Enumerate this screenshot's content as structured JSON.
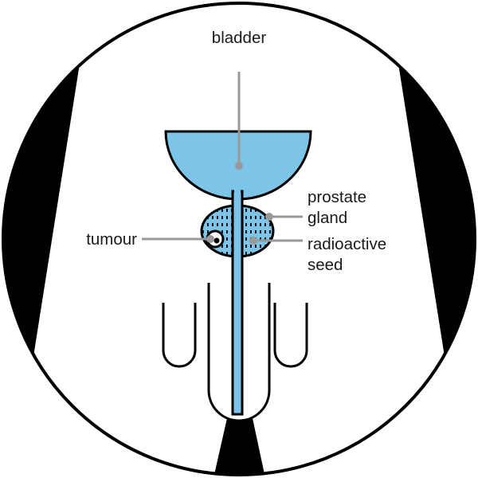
{
  "labels": {
    "bladder": "bladder",
    "prostate_line1": "prostate",
    "prostate_line2": "gland",
    "tumour": "tumour",
    "seed_line1": "radioactive",
    "seed_line2": "seed"
  },
  "colors": {
    "organ_fill": "#7cc4e8",
    "outline": "#000000",
    "leader_line": "#999999",
    "label_text": "#1a1a1a",
    "background": "#ffffff"
  }
}
